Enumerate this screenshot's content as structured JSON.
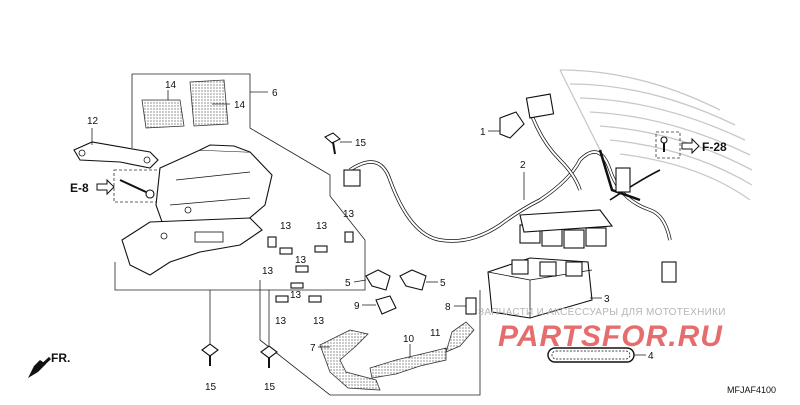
{
  "diagram": {
    "code": "MFJAF4100",
    "ref_left": "E-8",
    "ref_right": "F-28",
    "front_label": "FR.",
    "watermark_top": "ЗАПЧАСТИ И АКСЕССУАРЫ ДЛЯ МОТОТЕХНИКИ",
    "watermark_brand": "PARTSFOR.RU",
    "labels": {
      "c1": "1",
      "c2": "2",
      "c3": "3",
      "c4": "4",
      "c5a": "5",
      "c5b": "5",
      "c6": "6",
      "c7": "7",
      "c8": "8",
      "c9": "9",
      "c10": "10",
      "c11": "11",
      "c12": "12",
      "c13a": "13",
      "c13b": "13",
      "c13c": "13",
      "c13d": "13",
      "c13e": "13",
      "c13f": "13",
      "c13g": "13",
      "c13h": "13",
      "c14a": "14",
      "c14b": "14",
      "c15a": "15",
      "c15b": "15",
      "c15c": "15"
    }
  }
}
